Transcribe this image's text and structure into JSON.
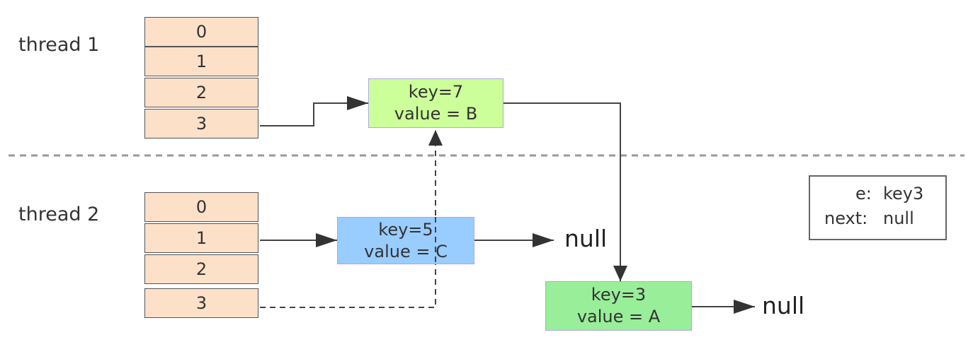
{
  "threads": [
    {
      "label": "thread 1",
      "buckets": [
        "0",
        "1",
        "2",
        "3"
      ]
    },
    {
      "label": "thread 2",
      "buckets": [
        "0",
        "1",
        "2",
        "3"
      ]
    }
  ],
  "nodes": {
    "key7": {
      "key": "key=7",
      "value": "value = B",
      "fill": "#ccff99"
    },
    "key5": {
      "key": "key=5",
      "value": "value = C",
      "fill": "#99ccff"
    },
    "key3": {
      "key": "key=3",
      "value": "value = A",
      "fill": "#99ee99"
    }
  },
  "null_label": "null",
  "info_box": {
    "e_label": "e:",
    "e_value": "key3",
    "next_label": "next:",
    "next_value": "null"
  }
}
